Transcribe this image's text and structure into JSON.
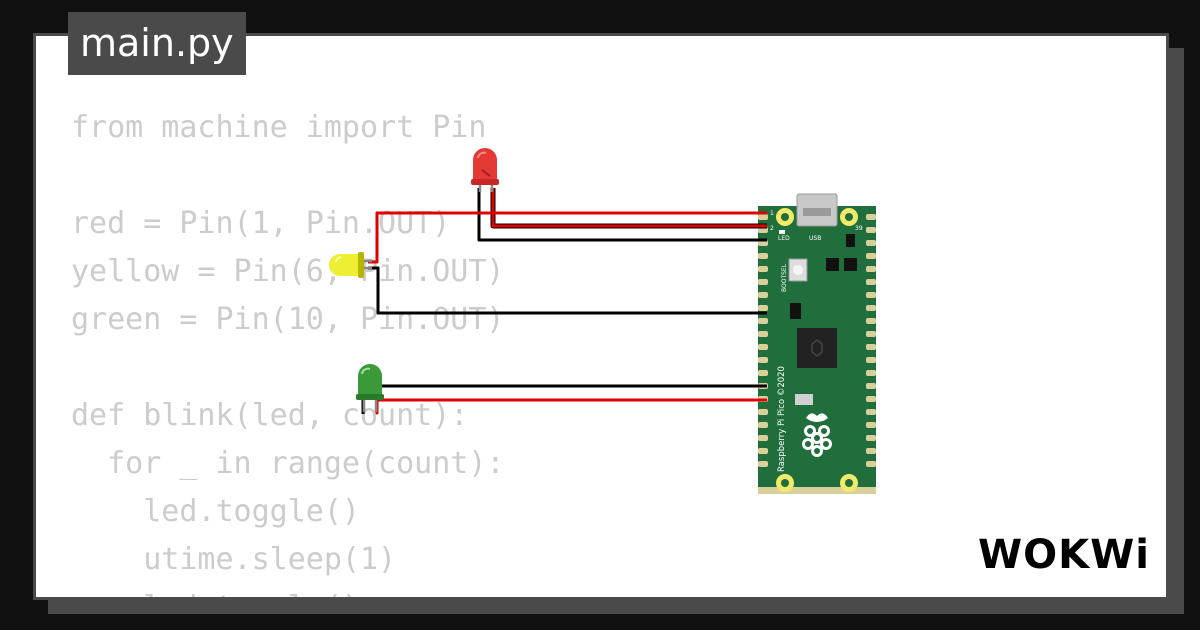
{
  "tab": {
    "filename": "main.py"
  },
  "code": {
    "lines": [
      "from machine import Pin",
      "",
      "red = Pin(1, Pin.OUT)",
      "yellow = Pin(6, Pin.OUT)",
      "green = Pin(10, Pin.OUT)",
      "",
      "def blink(led, count):",
      "  for _ in range(count):",
      "    led.toggle()",
      "    utime.sleep(1)",
      "    led.toggle()"
    ]
  },
  "board": {
    "name": "Raspberry Pi Pico ©2020",
    "pin_1": "1",
    "pin_2": "2",
    "pin_39": "39",
    "led_label": "LED",
    "usb_label": "USB",
    "bootsel_label": "BOOTSEL"
  },
  "brand": {
    "logo": "WOKWi"
  },
  "colors": {
    "background": "#111111",
    "card": "#ffffff",
    "frame": "#4a4a4a",
    "code_text": "#cccccc",
    "wire_red": "#e00000",
    "wire_black": "#000000",
    "led_red": "#e53935",
    "led_yellow": "#eeee33",
    "led_green": "#3a9a3a",
    "pcb_green": "#1f6e3c"
  },
  "icons": [
    "wokwi-logo",
    "raspberry-pi-logo",
    "red-led-icon",
    "yellow-led-icon",
    "green-led-icon"
  ]
}
